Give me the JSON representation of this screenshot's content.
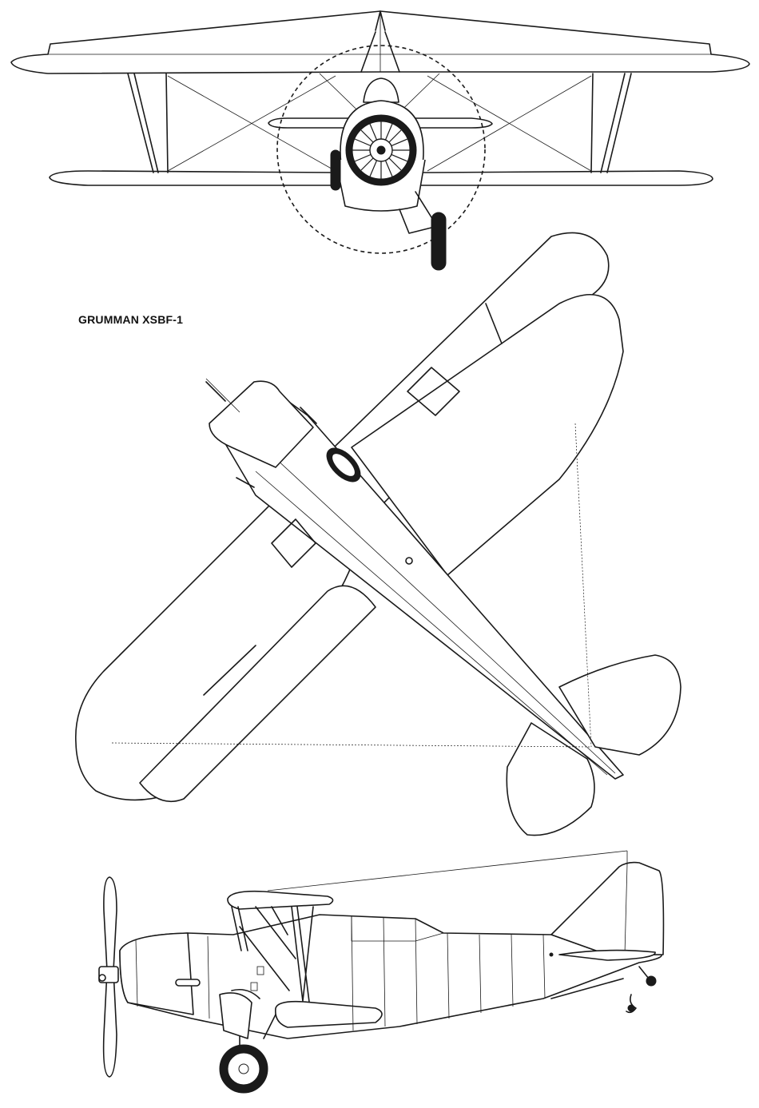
{
  "drawing": {
    "title": "GRUMMAN XSBF-1",
    "views": [
      "front-view",
      "plan-view",
      "side-view"
    ]
  },
  "colors": {
    "background": "#ffffff",
    "line": "#1a1a1a"
  }
}
